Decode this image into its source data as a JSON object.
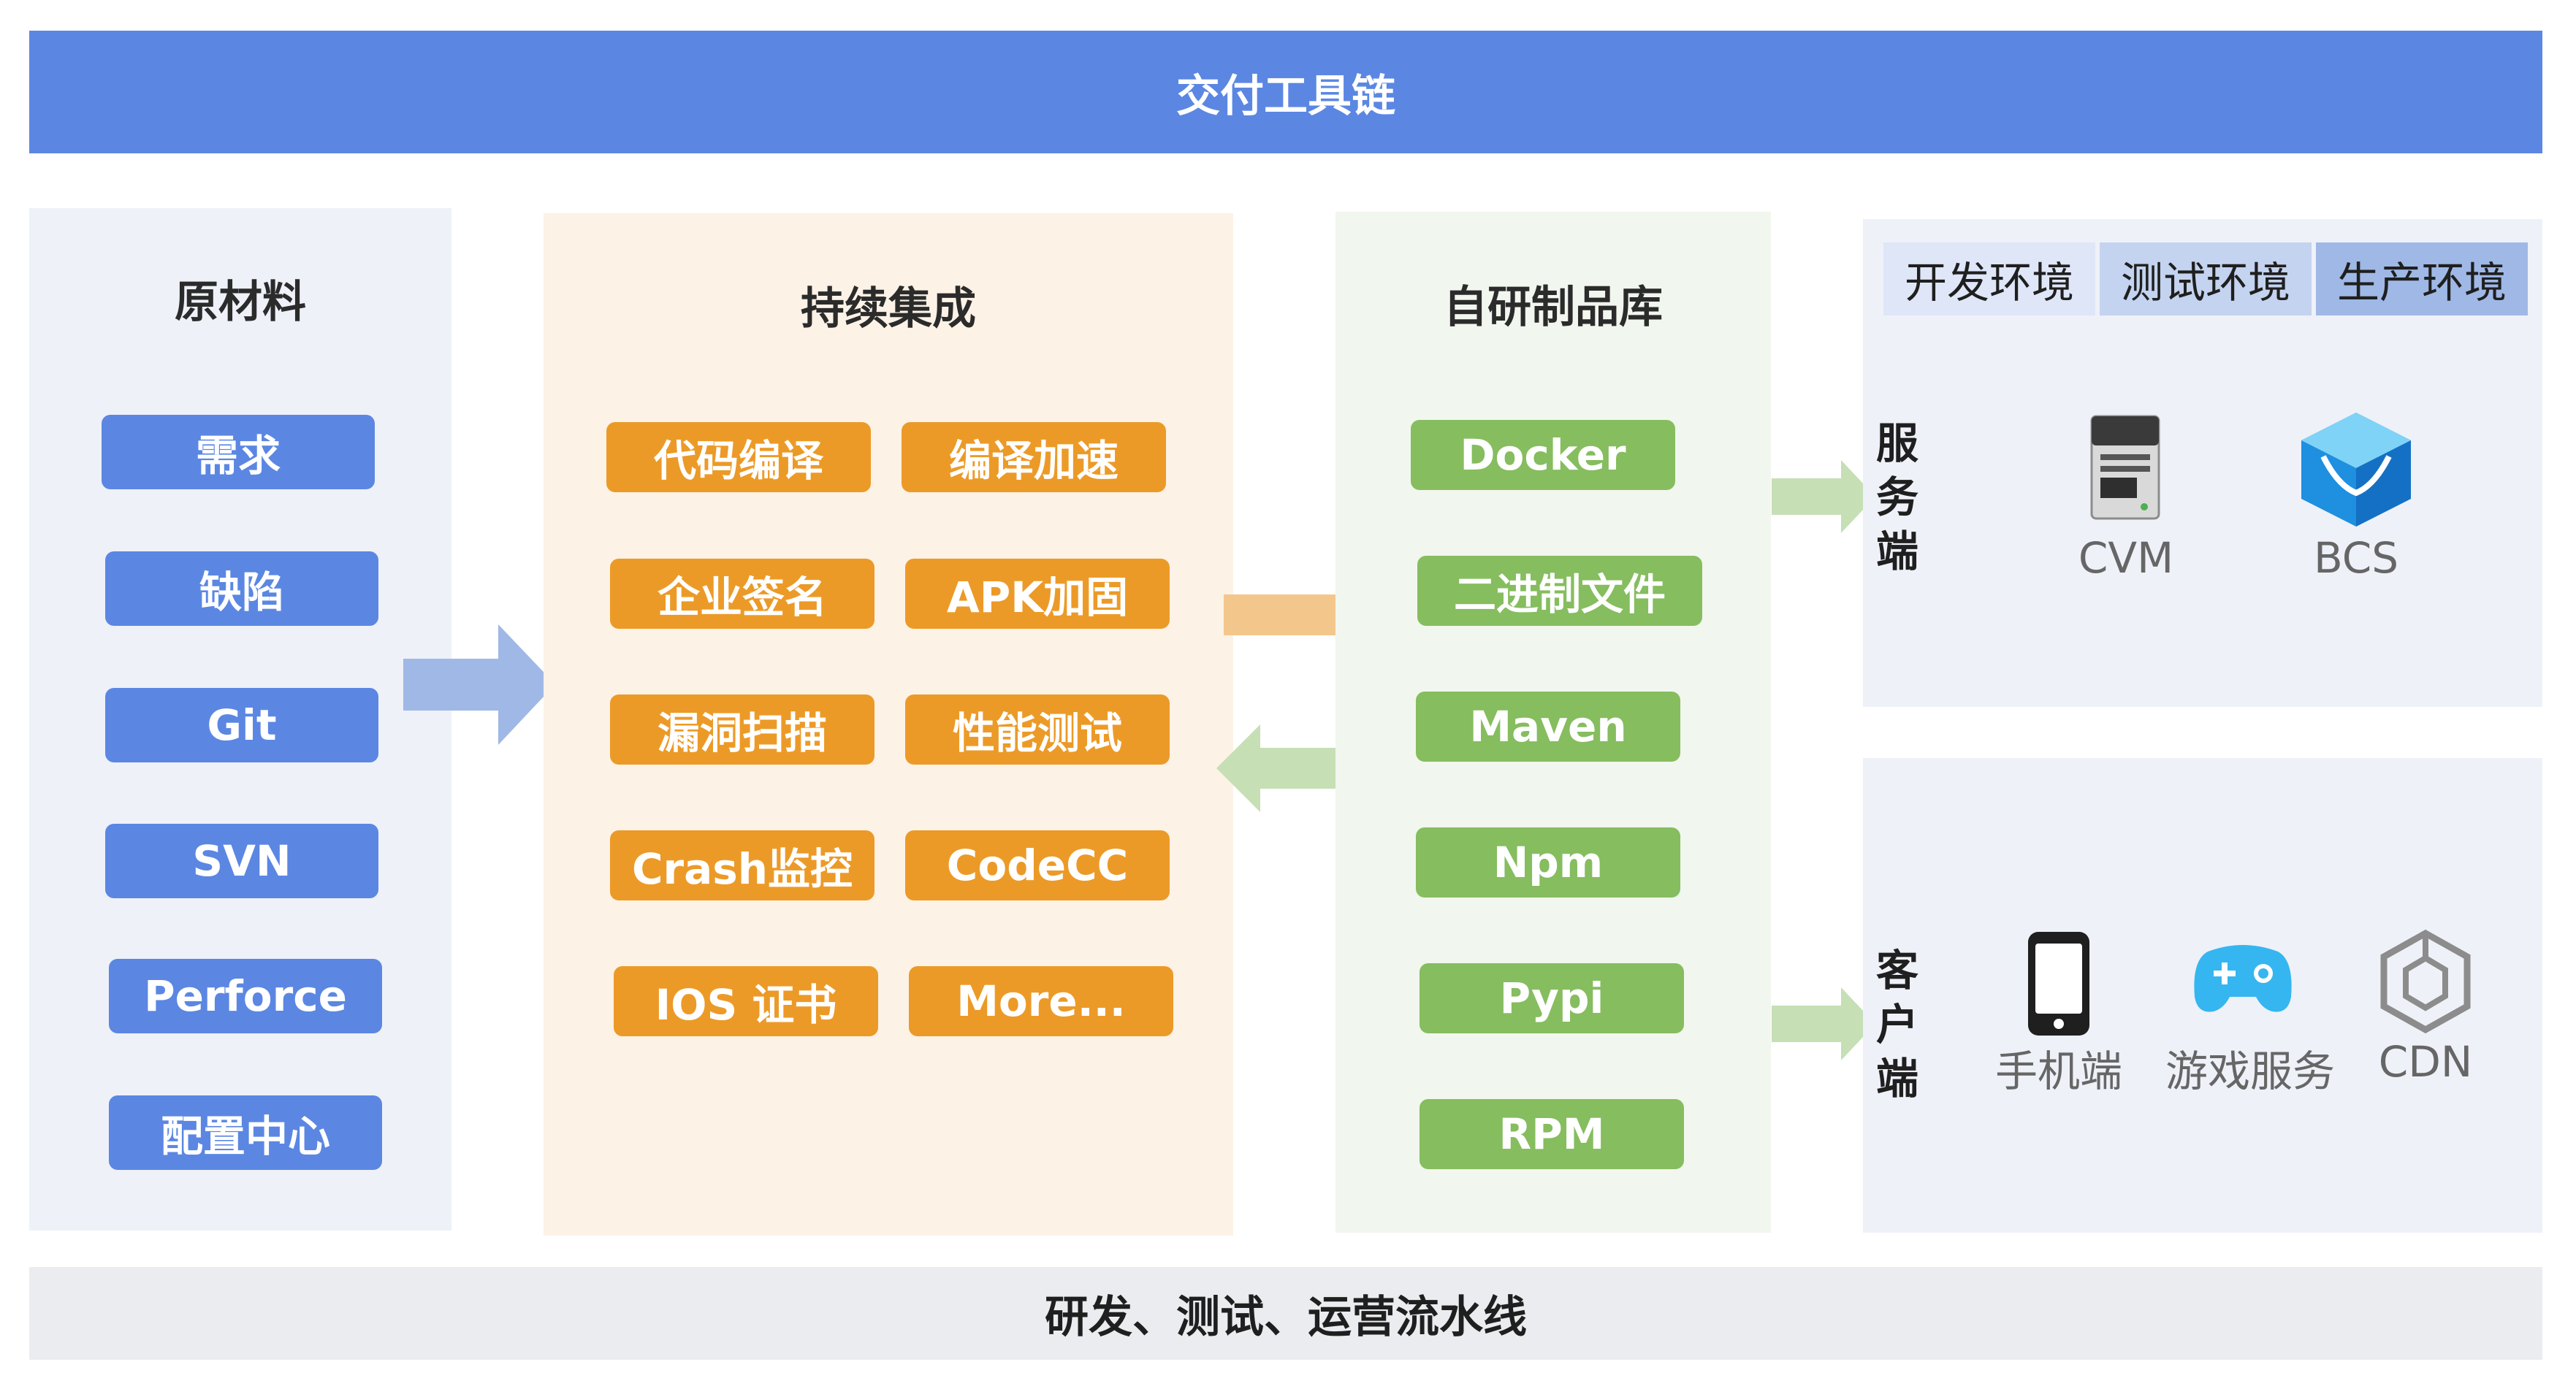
{
  "header": {
    "title": "交付工具链"
  },
  "footer": {
    "title": "研发、测试、运营流水线"
  },
  "raw_materials": {
    "title": "原材料",
    "items": [
      "需求",
      "缺陷",
      "Git",
      "SVN",
      "Perforce",
      "配置中心"
    ]
  },
  "ci": {
    "title": "持续集成",
    "items": [
      "代码编译",
      "编译加速",
      "企业签名",
      "APK加固",
      "漏洞扫描",
      "性能测试",
      "Crash监控",
      "CodeCC",
      "IOS 证书",
      "More..."
    ]
  },
  "repo": {
    "title": "自研制品库",
    "items": [
      "Docker",
      "二进制文件",
      "Maven",
      "Npm",
      "Pypi",
      "RPM"
    ]
  },
  "server": {
    "label": "服务端",
    "envs": [
      "开发环境",
      "测试环境",
      "生产环境"
    ],
    "targets": [
      {
        "label": "CVM",
        "icon": "server-tower-icon"
      },
      {
        "label": "BCS",
        "icon": "container-cube-icon"
      }
    ]
  },
  "client": {
    "label": "客户端",
    "targets": [
      {
        "label": "手机端",
        "icon": "mobile-phone-icon"
      },
      {
        "label": "游戏服务",
        "icon": "gamepad-icon"
      },
      {
        "label": "CDN",
        "icon": "cdn-hexagon-icon"
      }
    ]
  },
  "colors": {
    "header": "#5b87e3",
    "raw_pill": "#5b87e3",
    "ci_pill": "#ec9a27",
    "repo_pill": "#86bd5f",
    "env_tabs": [
      "#dfe6f7",
      "#c4d3ef",
      "#9fb8e6"
    ]
  }
}
